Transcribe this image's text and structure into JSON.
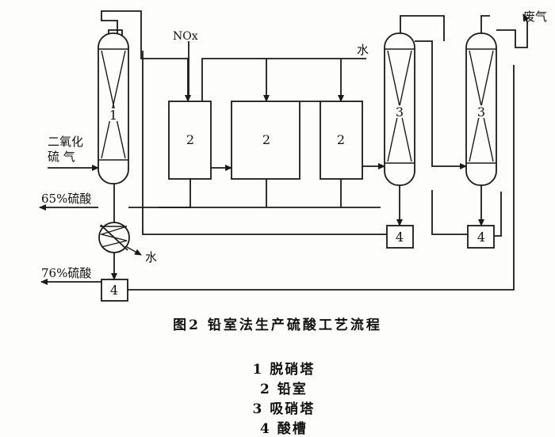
{
  "diagram": {
    "inputs": {
      "so2_line1": "二氧化",
      "so2_line2": "硫   气",
      "nox": "NOx",
      "water_top": "水",
      "waste_gas": "废气"
    },
    "outputs": {
      "acid_65": "65%硫酸",
      "acid_76": "76%硫酸",
      "water_cooler": "水"
    },
    "equipment": {
      "denitration_tower": "1",
      "lead_chamber_a": "2",
      "lead_chamber_b": "2",
      "lead_chamber_c": "2",
      "absorption_tower_a": "3",
      "absorption_tower_b": "3",
      "acid_tank_a": "4",
      "acid_tank_b": "4",
      "acid_tank_c": "4"
    }
  },
  "caption": {
    "title": "图2  铅室法生产硫酸工艺流程",
    "legend": [
      "1 脱硝塔",
      "2 铅室",
      "3 吸硝塔",
      "4 酸槽"
    ]
  }
}
